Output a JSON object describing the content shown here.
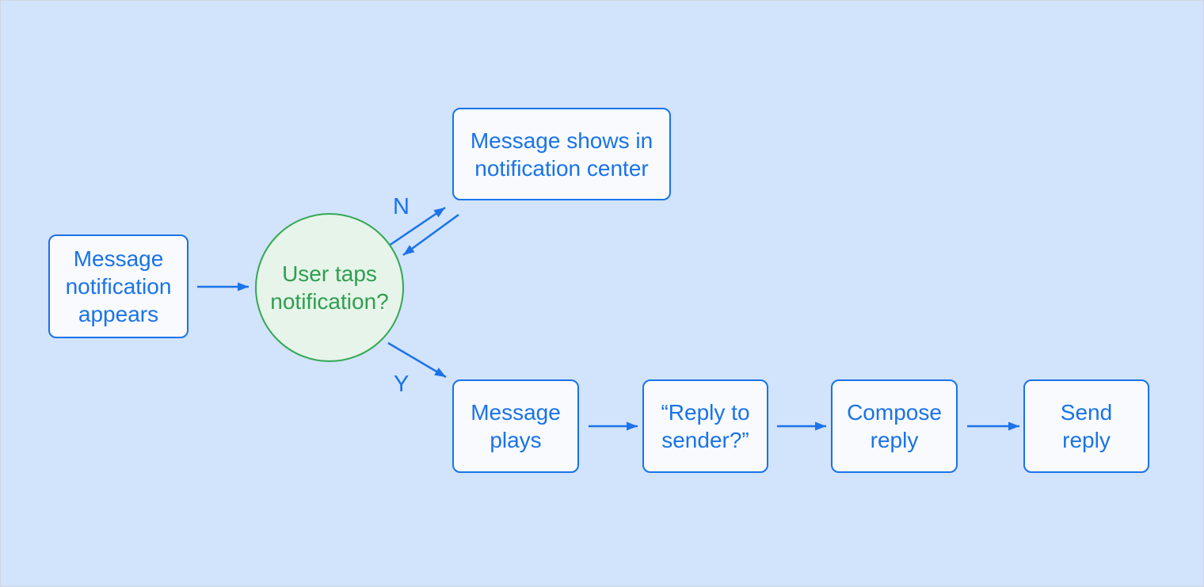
{
  "colors": {
    "background": "#d2e3fc",
    "accent_blue": "#1a73e8",
    "process_node_fill": "#f8fafd",
    "decision_node_border": "#34a853",
    "decision_node_fill": "#e6f4ea"
  },
  "flowchart": {
    "nodes": {
      "start": {
        "type": "process",
        "label": "Message\nnotification\nappears"
      },
      "decision": {
        "type": "decision",
        "label": "User taps\nnotification?"
      },
      "notification_center": {
        "type": "process",
        "label": "Message shows in\nnotification center"
      },
      "message_plays": {
        "type": "process",
        "label": "Message\nplays"
      },
      "reply_to_sender": {
        "type": "process",
        "label": "“Reply to\nsender?”"
      },
      "compose_reply": {
        "type": "process",
        "label": "Compose\nreply"
      },
      "send_reply": {
        "type": "process",
        "label": "Send\nreply"
      }
    },
    "branch_labels": {
      "no": "N",
      "yes": "Y"
    },
    "edges": [
      {
        "from": "start",
        "to": "decision",
        "label": ""
      },
      {
        "from": "decision",
        "to": "notification_center",
        "label": "N"
      },
      {
        "from": "notification_center",
        "to": "decision",
        "label": ""
      },
      {
        "from": "decision",
        "to": "message_plays",
        "label": "Y"
      },
      {
        "from": "message_plays",
        "to": "reply_to_sender",
        "label": ""
      },
      {
        "from": "reply_to_sender",
        "to": "compose_reply",
        "label": ""
      },
      {
        "from": "compose_reply",
        "to": "send_reply",
        "label": ""
      }
    ]
  }
}
